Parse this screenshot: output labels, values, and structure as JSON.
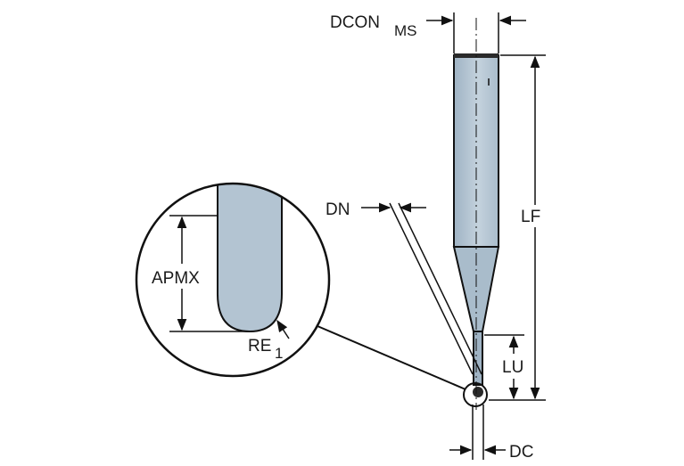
{
  "labels": {
    "dcon": "DCON",
    "dcon_sub": "MS",
    "dn": "DN",
    "lf": "LF",
    "apmx": "APMX",
    "re": "RE",
    "re_sub": "1",
    "lu": "LU",
    "dc": "DC"
  },
  "colors": {
    "tool_fill": "#b3c4d2",
    "tool_shade": "#8fa3b5",
    "line": "#111111"
  }
}
